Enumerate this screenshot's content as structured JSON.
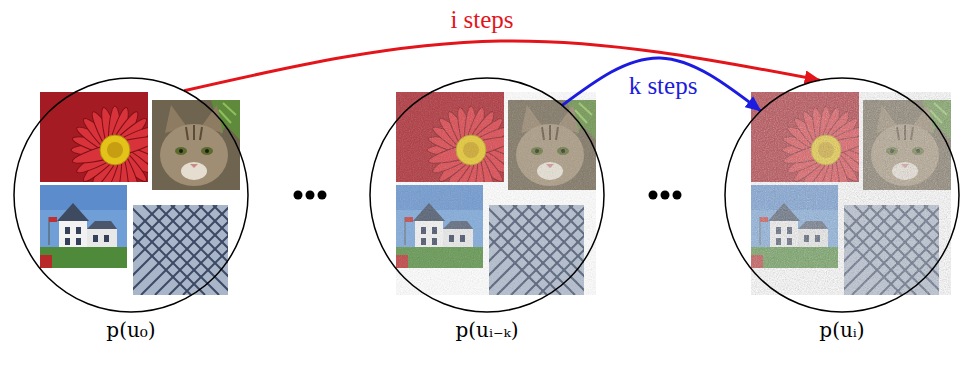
{
  "diagram": {
    "nodes": [
      {
        "text": [
          "p(u₀)"
        ]
      },
      {
        "text": [
          "p(uᵢ₋ₖ)"
        ]
      },
      {
        "text": [
          "p(uᵢ)"
        ]
      }
    ],
    "edges": [
      {
        "from": 0,
        "to": 2,
        "arrow": "to",
        "label": "i steps"
      },
      {
        "from": 1,
        "to": 2,
        "arrow": "to",
        "label": "k steps"
      }
    ]
  }
}
